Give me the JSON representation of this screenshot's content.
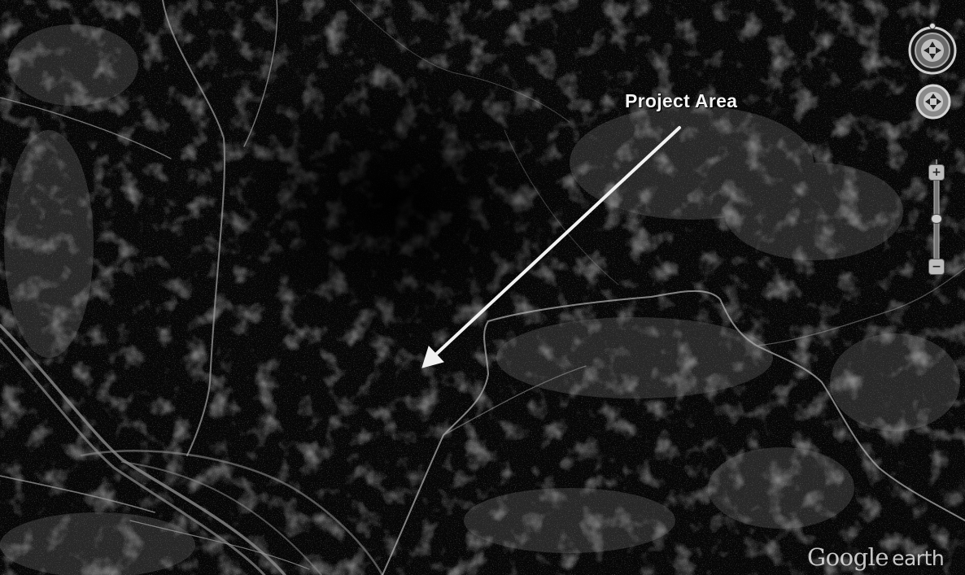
{
  "map": {
    "annotation_label": "Project Area",
    "watermark_brand": "Google",
    "watermark_product": "earth"
  },
  "controls": {
    "zoom_in_glyph": "+",
    "zoom_out_glyph": "−",
    "icons": [
      "compass-ring-icon",
      "look-joystick-icon",
      "zoom-slider"
    ]
  },
  "colors": {
    "annotation": "#f4f4f4",
    "background": "#050505"
  }
}
